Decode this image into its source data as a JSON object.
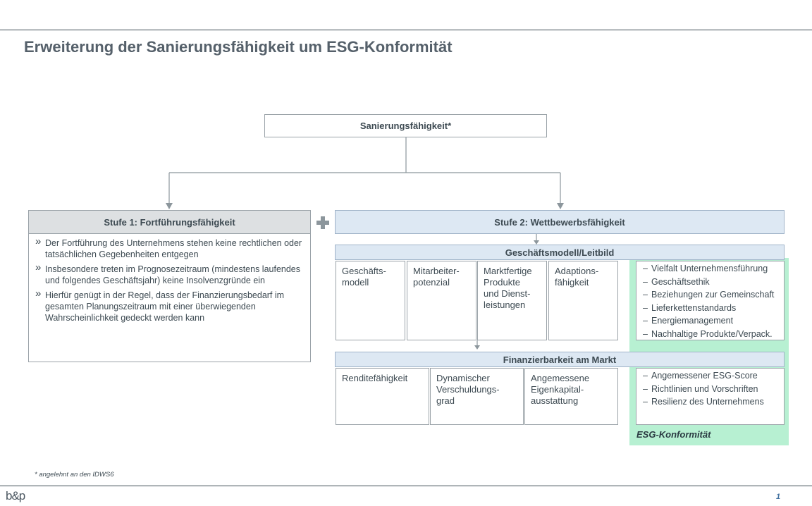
{
  "title": "Erweiterung der Sanierungsfähigkeit um ESG-Konformität",
  "top_box": "Sanierungsfähigkeit*",
  "stufe1": {
    "header": "Stufe 1: Fortführungsfähigkeit",
    "bullets": [
      "Der Fortführung des Unternehmens stehen keine rechtlichen oder tatsächlichen Gegebenheiten entgegen",
      "Insbesondere treten im Prognosezeitraum (mindestens laufendes und folgendes Geschäftsjahr) keine Insolvenzgründe ein",
      "Hierfür genügt in der Regel, dass der Finanzierungsbedarf im gesamten Planungszeitraum mit einer überwiegenden Wahrscheinlichkeit gedeckt werden kann"
    ]
  },
  "stufe2": {
    "header": "Stufe 2: Wettbewerbsfähigkeit",
    "geschaeftsmodell": {
      "header": "Geschäftsmodell/Leitbild",
      "cells": [
        "Geschäfts-\nmodell",
        "Mitarbeiter-\npotenzial",
        "Marktfertige\nProdukte\nund Dienst-\nleistungen",
        "Adaptions-\nfähigkeit"
      ],
      "esg_items": [
        "Vielfalt Unternehmensführung",
        "Geschäftsethik",
        "Beziehungen zur Gemeinschaft",
        "Lieferkettenstandards",
        "Energiemanagement",
        "Nachhaltige Produkte/Verpack."
      ]
    },
    "finanzierbarkeit": {
      "header": "Finanzierbarkeit am Markt",
      "cells": [
        "Renditefähigkeit",
        "Dynamischer\nVerschuldungs-\ngrad",
        "Angemessene\nEigenkapital-\nausstattung"
      ],
      "esg_items": [
        "Angemessener ESG-Score",
        "Richtlinien und Vorschriften",
        "Resilienz des Unternehmens"
      ]
    }
  },
  "esg_label": "ESG-Konformität",
  "footnote": "* angelehnt an den IDWS6",
  "logo": "b&p",
  "page_number": "1",
  "colors": {
    "accent_green": "#b7f0d2",
    "header_blue": "#dde8f3",
    "header_gray": "#dde0e2"
  }
}
